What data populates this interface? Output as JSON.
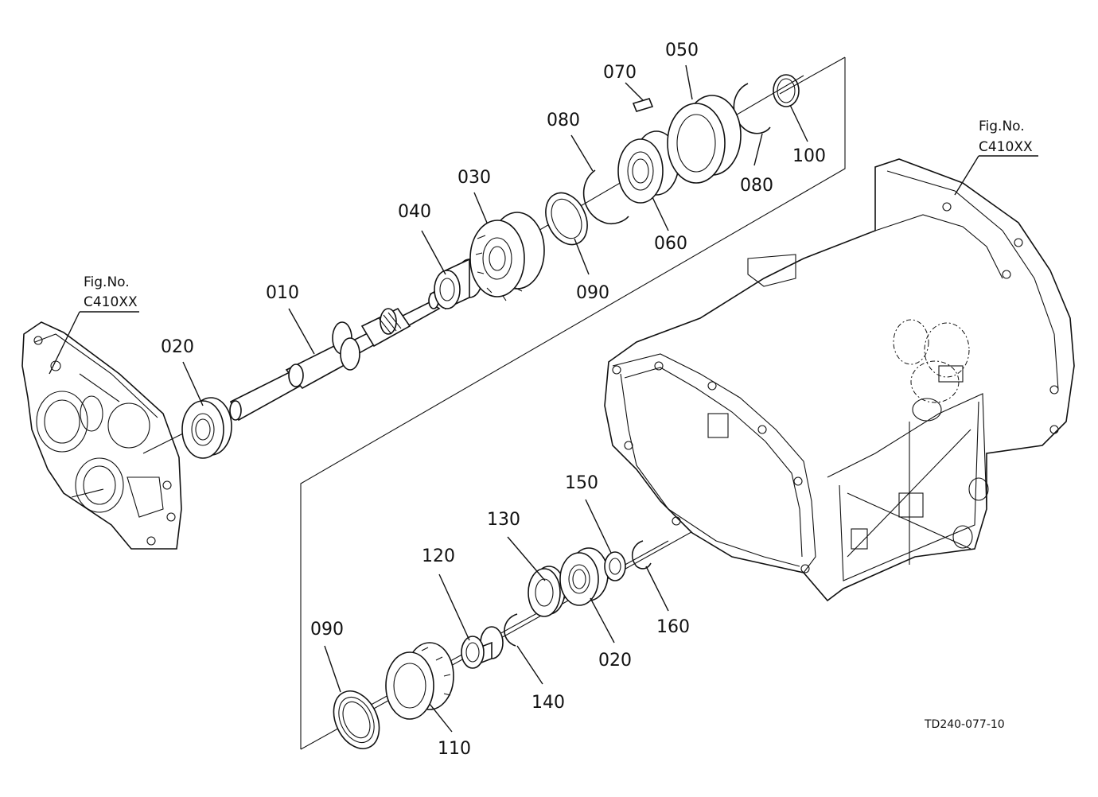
{
  "diagram": {
    "drawing_code": "TD240-077-10",
    "fig_refs": [
      {
        "line1": "Fig.No.",
        "line2": "C410XX"
      },
      {
        "line1": "Fig.No.",
        "line2": "C410XX"
      }
    ],
    "callouts": {
      "c010": "010",
      "c020a": "020",
      "c020b": "020",
      "c030": "030",
      "c040": "040",
      "c050": "050",
      "c060": "060",
      "c070": "070",
      "c080a": "080",
      "c080b": "080",
      "c090a": "090",
      "c090b": "090",
      "c100": "100",
      "c110": "110",
      "c120": "120",
      "c130": "130",
      "c140": "140",
      "c150": "150",
      "c160": "160"
    }
  }
}
